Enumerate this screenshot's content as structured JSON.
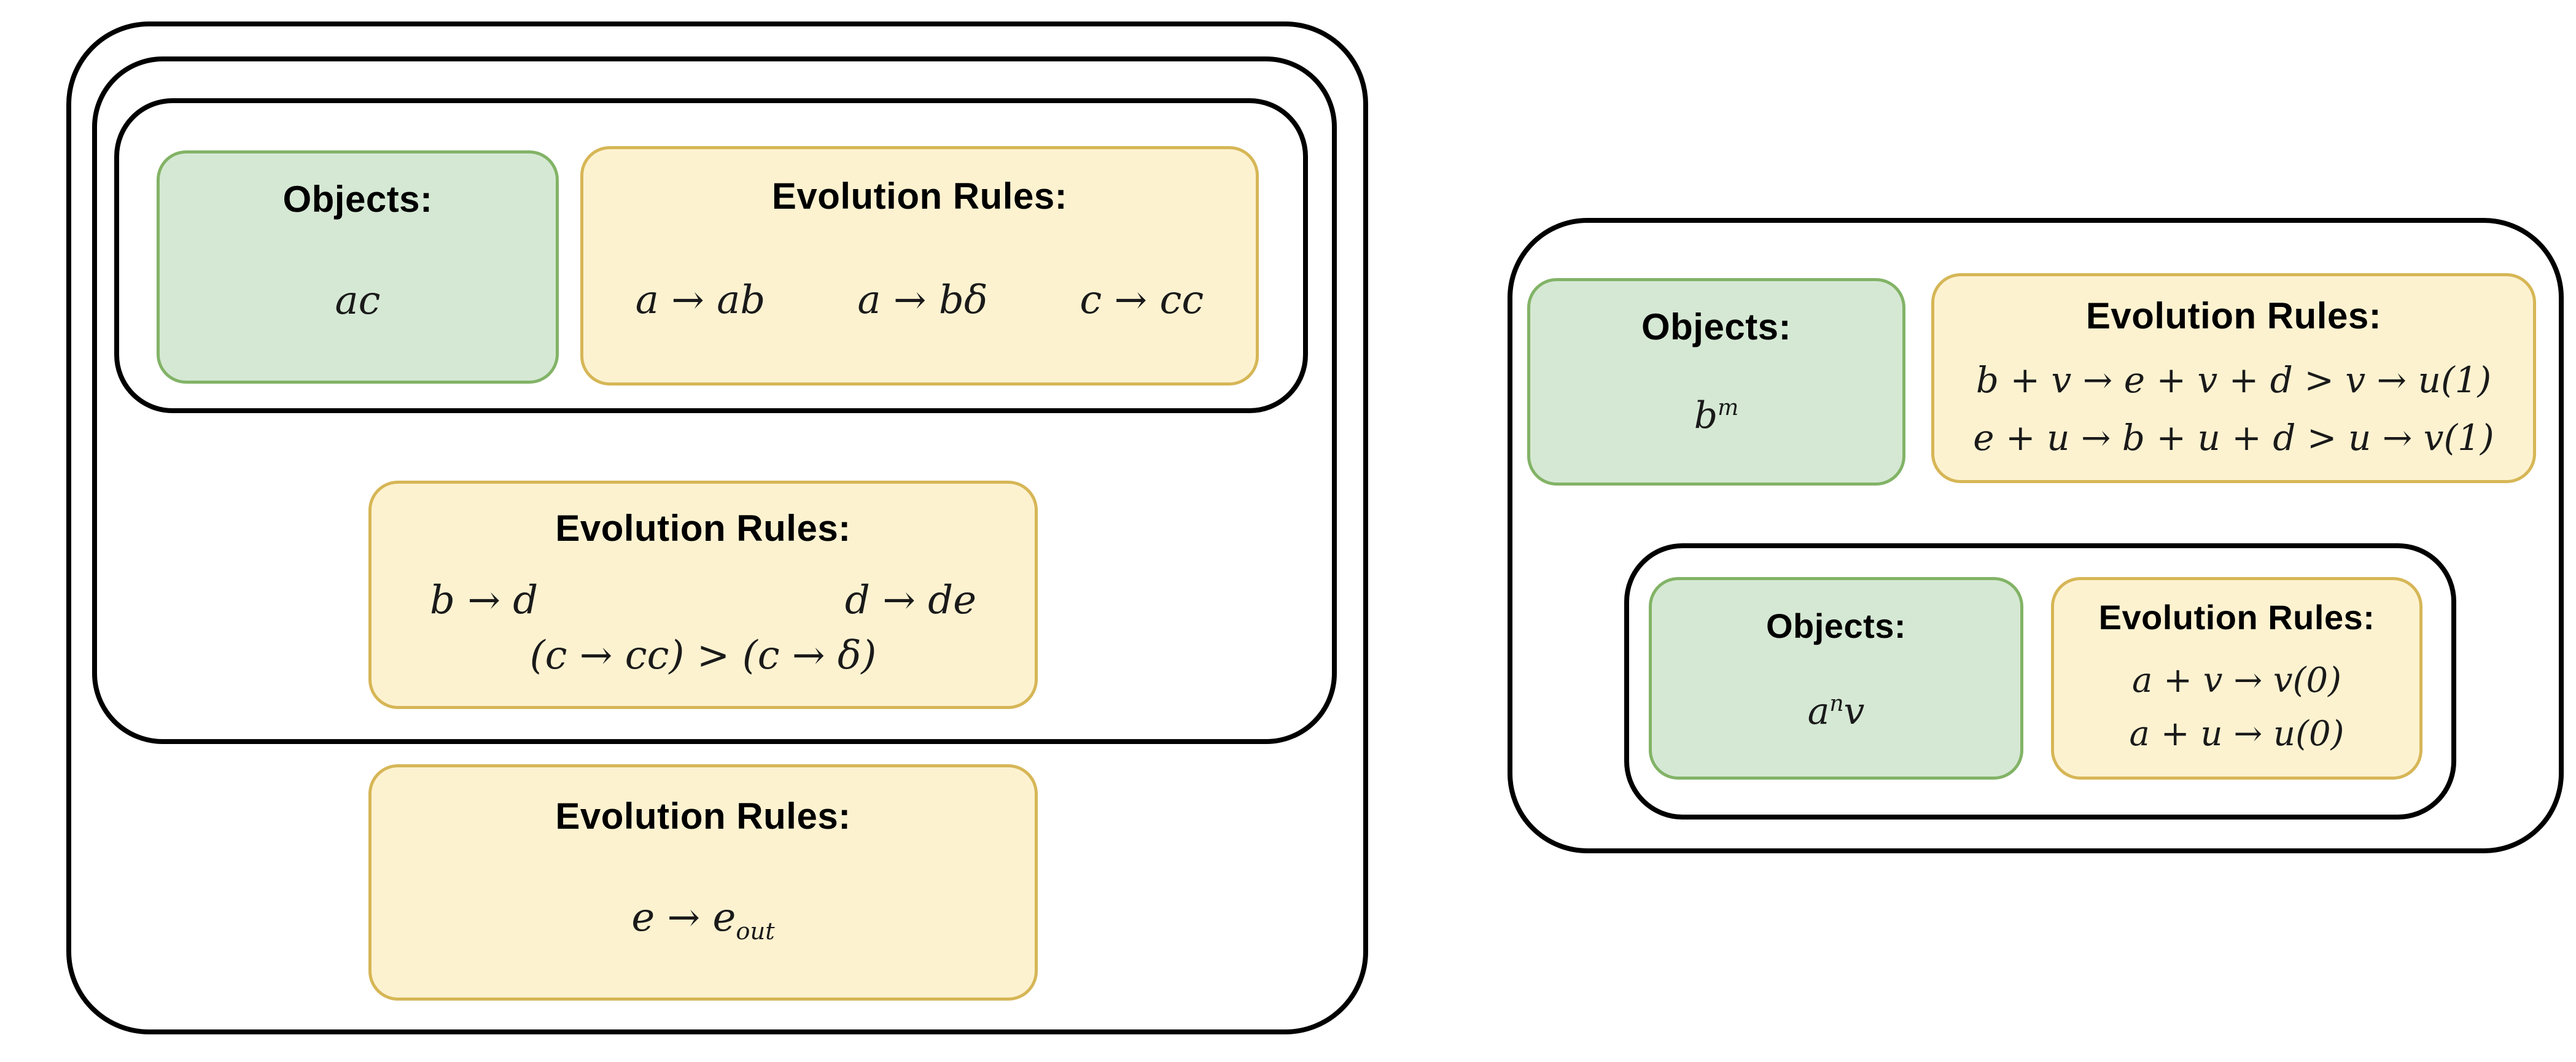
{
  "diagram_type": "P-system membrane diagram",
  "colors": {
    "membrane_border": "#000000",
    "objects_fill": "#d5e8d4",
    "objects_border": "#82b366",
    "rules_fill": "#fdf2d0",
    "rules_border": "#d6b656",
    "background": "#ffffff"
  },
  "left": {
    "inner": {
      "objects": {
        "title": "Objects:",
        "value": "ac"
      },
      "rules": {
        "title": "Evolution Rules:",
        "items": [
          "a → ab",
          "a → bδ",
          "c → cc"
        ]
      }
    },
    "middle": {
      "rules": {
        "title": "Evolution Rules:",
        "left_rule": "b → d",
        "right_rule": "d → de",
        "priority_rule": "(c → cc) > (c → δ)"
      }
    },
    "skin": {
      "rules": {
        "title": "Evolution Rules:",
        "rule": "e → e_{out}"
      }
    }
  },
  "right": {
    "skin": {
      "objects": {
        "title": "Objects:",
        "value": "b^{m}"
      },
      "rules": {
        "title": "Evolution Rules:",
        "items": [
          "b + v → e + v + d > v → u(1)",
          "e + u → b + u + d > u → v(1)"
        ]
      }
    },
    "inner": {
      "objects": {
        "title": "Objects:",
        "value": "a^{n}v"
      },
      "rules": {
        "title": "Evolution Rules:",
        "items": [
          "a + v → v(0)",
          "a + u → u(0)"
        ]
      }
    }
  }
}
